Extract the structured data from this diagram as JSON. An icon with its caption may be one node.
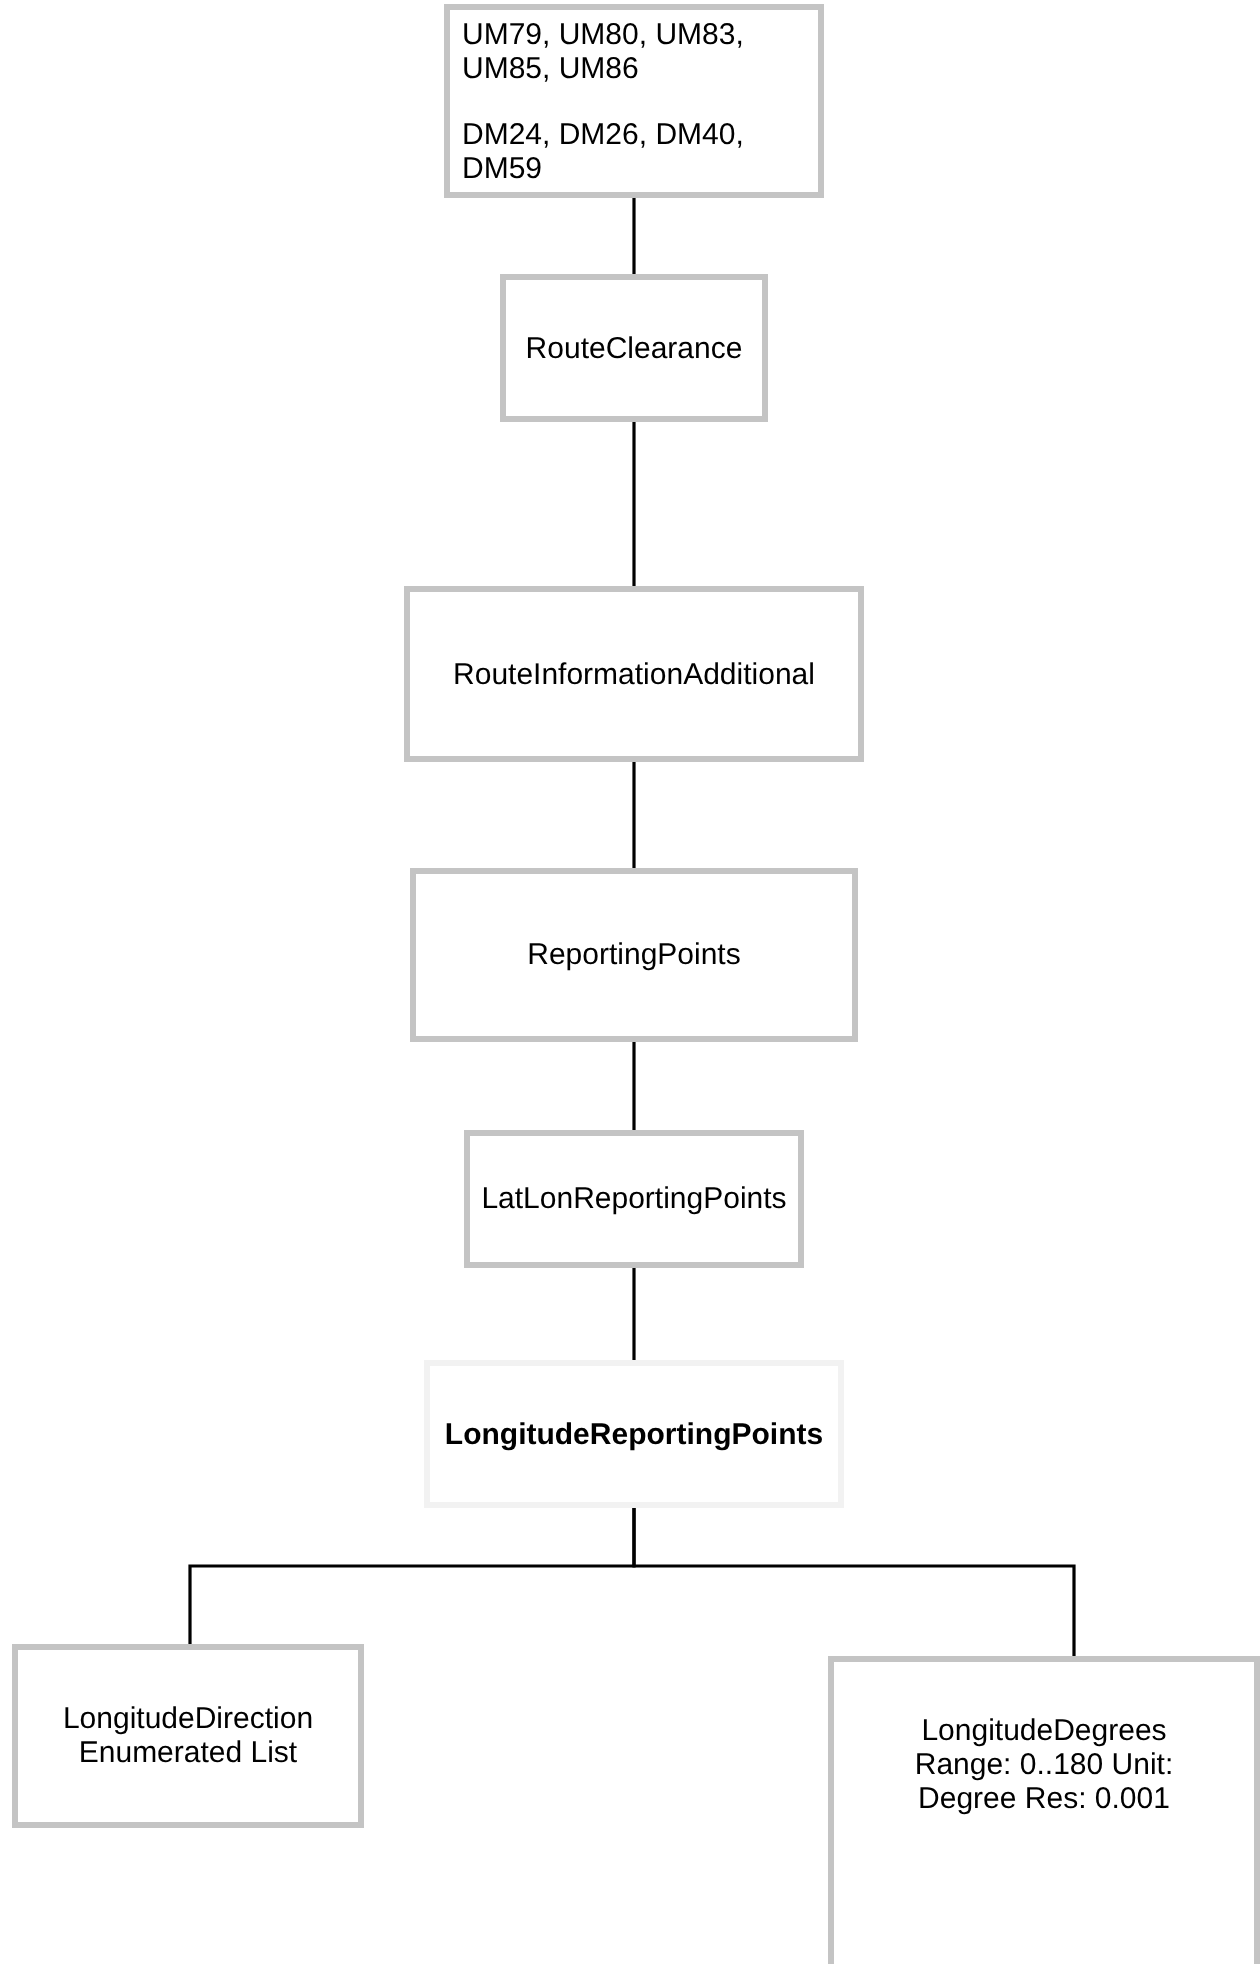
{
  "diagram": {
    "nodes": [
      {
        "text": [
          "UM79, UM80, UM83, UM85, UM86",
          "DM24, DM26, DM40, DM59"
        ]
      },
      {
        "text": [
          "RouteClearance"
        ]
      },
      {
        "text": [
          "RouteInformationAdditional"
        ]
      },
      {
        "text": [
          "ReportingPoints"
        ]
      },
      {
        "text": [
          "LatLonReportingPoints"
        ]
      },
      {
        "text": [
          "LongitudeReportingPoints"
        ]
      },
      {
        "text": [
          "LongitudeDirection Enumerated List"
        ]
      },
      {
        "text": [
          "LongitudeDegrees Range: 0..180 Unit: Degree Res: 0.001"
        ]
      }
    ],
    "edges": [
      {
        "from": 0,
        "to": 1,
        "arrow": "none"
      },
      {
        "from": 1,
        "to": 2,
        "arrow": "none"
      },
      {
        "from": 2,
        "to": 3,
        "arrow": "none"
      },
      {
        "from": 3,
        "to": 4,
        "arrow": "none"
      },
      {
        "from": 4,
        "to": 5,
        "arrow": "none"
      },
      {
        "from": 5,
        "to": 6,
        "arrow": "none"
      },
      {
        "from": 5,
        "to": 7,
        "arrow": "none"
      }
    ]
  }
}
